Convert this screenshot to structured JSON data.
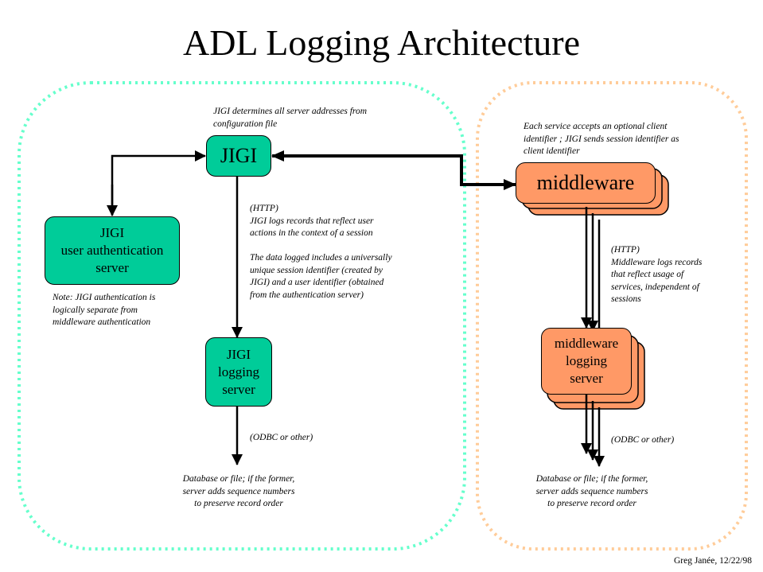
{
  "title": "ADL Logging Architecture",
  "colors": {
    "jigi_box": "#00cc99",
    "middleware_box": "#ff9966",
    "left_region_border": "#66ffcc",
    "right_region_border": "#ffcc99"
  },
  "boxes": {
    "jigi": "JIGI",
    "auth_server": "JIGI\nuser authentication\nserver",
    "jigi_logging": "JIGI\nlogging\nserver",
    "middleware": "middleware",
    "middleware_logging": "middleware\nlogging\nserver"
  },
  "notes": {
    "jigi_config": "JIGI determines all server addresses from\nconfiguration file",
    "auth_note": "Note: JIGI authentication is\nlogically separate from\nmiddleware authentication",
    "jigi_http": "(HTTP)\nJIGI logs records that reflect user\nactions in the context of a session\n\nThe data logged includes a universally\nunique session identifier (created by\nJIGI) and a user identifier (obtained\nfrom the authentication server)",
    "jigi_odbc": "(ODBC or other)",
    "jigi_db": "Database or file; if the former,\nserver adds sequence numbers\nto preserve record order",
    "middleware_client": "Each service accepts an optional client\nidentifier ; JIGI sends session identifier as\nclient identifier",
    "middleware_http": "(HTTP)\nMiddleware logs records\nthat reflect usage of\nservices, independent of\nsessions",
    "middleware_odbc": "(ODBC or other)",
    "middleware_db": "Database or file; if the former,\nserver adds sequence numbers\nto preserve record order"
  },
  "credit": "Greg Janée, 12/22/98"
}
